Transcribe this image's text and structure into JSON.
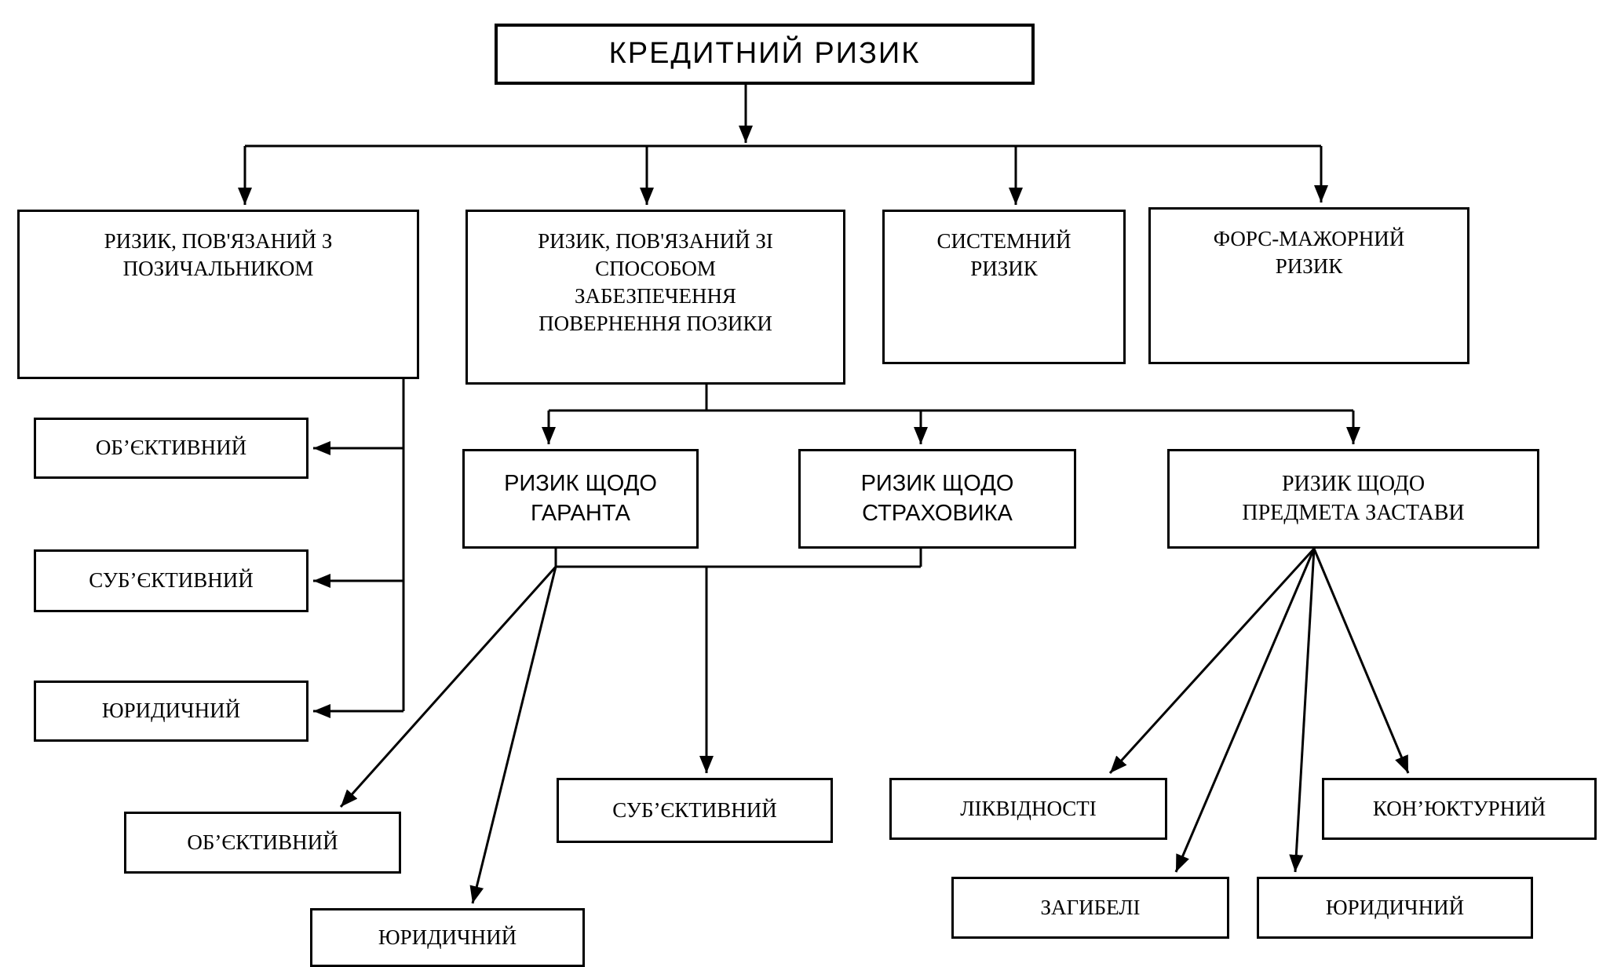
{
  "diagram_title": "КРЕДИТНИЙ РИЗИК",
  "nodes": {
    "root": {
      "label": "КРЕДИТНИЙ РИЗИК"
    },
    "borrower": {
      "label": "РИЗИК, ПОВ'ЯЗАНИЙ З\nПОЗИЧАЛЬНИКОМ"
    },
    "security": {
      "label": "РИЗИК, ПОВ'ЯЗАНИЙ ЗІ\nСПОСОБОМ\nЗАБЕЗПЕЧЕННЯ\nПОВЕРНЕННЯ ПОЗИКИ"
    },
    "systemic": {
      "label": "СИСТЕМНИЙ\nРИЗИК"
    },
    "force_majeure": {
      "label": "ФОРС-МАЖОРНИЙ\nРИЗИК"
    },
    "borrower_objective": {
      "label": "ОБ’ЄКТИВНИЙ"
    },
    "borrower_subjective": {
      "label": "СУБ’ЄКТИВНИЙ"
    },
    "borrower_legal": {
      "label": "ЮРИДИЧНИЙ"
    },
    "guarantor": {
      "label": "РИЗИК ЩОДО\nГАРАНТА"
    },
    "insurer": {
      "label": "РИЗИК ЩОДО\nСТРАХОВИКА"
    },
    "collateral": {
      "label": "РИЗИК ЩОДО\nПРЕДМЕТА ЗАСТАВИ"
    },
    "guarantor_objective": {
      "label": "ОБ’ЄКТИВНИЙ"
    },
    "guarantor_legal": {
      "label": "ЮРИДИЧНИЙ"
    },
    "subjective_shared": {
      "label": "СУБ’ЄКТИВНИЙ"
    },
    "collateral_liquidity": {
      "label": "ЛІКВІДНОСТІ"
    },
    "collateral_loss": {
      "label": "ЗАГИБЕЛІ"
    },
    "collateral_legal": {
      "label": "ЮРИДИЧНИЙ"
    },
    "collateral_market": {
      "label": "КОН’ЮКТУРНИЙ"
    }
  },
  "colors": {
    "background": "#ffffff",
    "box_border": "#000000",
    "connector_line": "#000000",
    "text": "#000000"
  }
}
